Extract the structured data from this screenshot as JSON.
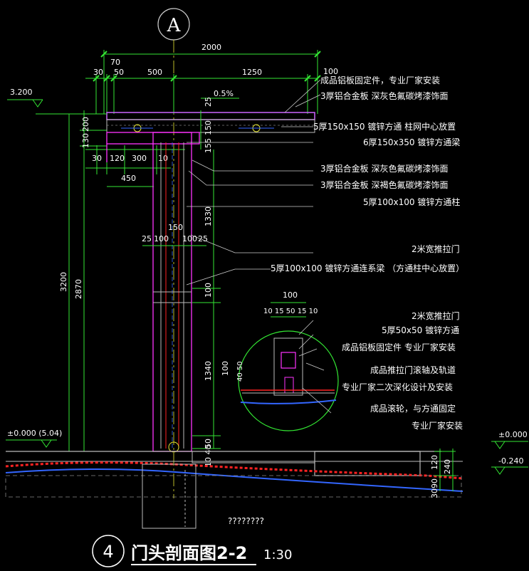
{
  "axis_bubble": "A",
  "dims": {
    "top_total": "2000",
    "d70": "70",
    "d30": "30",
    "d50": "50",
    "d500": "500",
    "d1250": "1250",
    "d100_top": "100",
    "slope": "0.5%",
    "elev_top": "3.200",
    "d25_top": "25",
    "d150": "150",
    "d155": "155",
    "d130": "130",
    "d200": "200",
    "d30b": "30",
    "d120": "120",
    "d300": "300",
    "d10": "10",
    "d450": "450",
    "d1330": "1330",
    "col_150": "150",
    "col_25a": "25",
    "col_100a": "100",
    "col_100b": "100",
    "col_25b": "25",
    "d3200": "3200",
    "d2870": "2870",
    "d100_mid": "100",
    "d1340": "1340",
    "d50_bot": "50",
    "d100_bot": "10 40",
    "d100_det": "100",
    "det_chain": "10 15 50 15 10",
    "det_100v": "100",
    "det_4050": "40 50",
    "elev_zero_left": "±0.000 (5.04)",
    "elev_zero_right": "±0.000",
    "elev_neg": "-0.240",
    "r120": "120",
    "r240": "240",
    "r90": "90",
    "r30": "30"
  },
  "notes": [
    "成品铝板固定件，专业厂家安装",
    "3厚铝合金板  深灰色氟碳烤漆饰面",
    "5厚150x150  镀锌方通  柱网中心放置",
    "6厚150x350  镀锌方通梁",
    "3厚铝合金板  深灰色氟碳烤漆饰面",
    "3厚铝合金板  深褐色氟碳烤漆饰面",
    "5厚100x100  镀锌方通柱",
    "2米宽推拉门",
    "5厚100x100  镀锌方通连系梁  （方通柱中心放置）",
    "2米宽推拉门",
    "5厚50x50  镀锌方通",
    "成品铝板固定件  专业厂家安装",
    "成品推拉门滚轴及轨道",
    "专业厂家二次深化设计及安装",
    "成品滚轮，与方通固定",
    "专业厂家安装"
  ],
  "ground_note": "????????",
  "title": {
    "number": "4",
    "name": "门头剖面图2-2",
    "scale": "1:30"
  },
  "colors": {
    "background": "#000000",
    "dim_green": "#33e633",
    "text_white": "#ffffff",
    "magenta": "#ff33ff",
    "red": "#ff2222",
    "blue": "#3366ff",
    "grey": "#bbbbbb",
    "yellow": "#e6e633"
  }
}
